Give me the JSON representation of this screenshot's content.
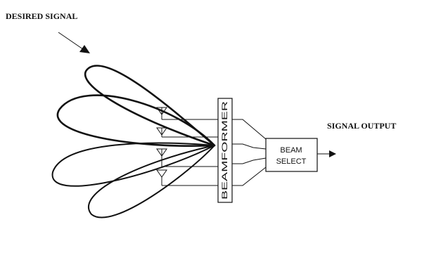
{
  "labels": {
    "desired_signal": "DESIRED SIGNAL",
    "signal_output": "SIGNAL OUTPUT",
    "beamformer": "BEAMFORMER",
    "beam_select_line1": "BEAM",
    "beam_select_line2": "SELECT"
  },
  "icons": {
    "antenna": "antenna-icon"
  },
  "colors": {
    "ink": "#111111",
    "background": "#ffffff"
  }
}
